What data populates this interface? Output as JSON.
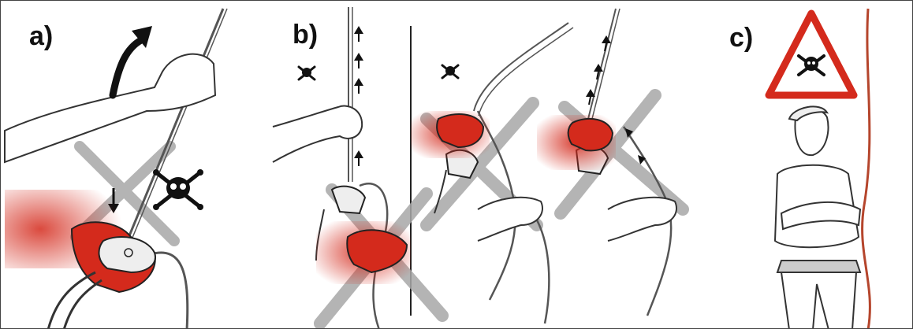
{
  "panels": {
    "a": {
      "label": "a)"
    },
    "b": {
      "label": "b)"
    },
    "c": {
      "label": "c)"
    }
  },
  "colors": {
    "danger_red": "#d42a1c",
    "cross_grey": "#a8a8a8",
    "line": "#333333",
    "rope_red": "#b5452c"
  },
  "icons": [
    "skull-crossbones-icon",
    "warning-triangle-icon",
    "arrow-up-icon",
    "arrow-down-icon",
    "curved-arrow-icon"
  ]
}
